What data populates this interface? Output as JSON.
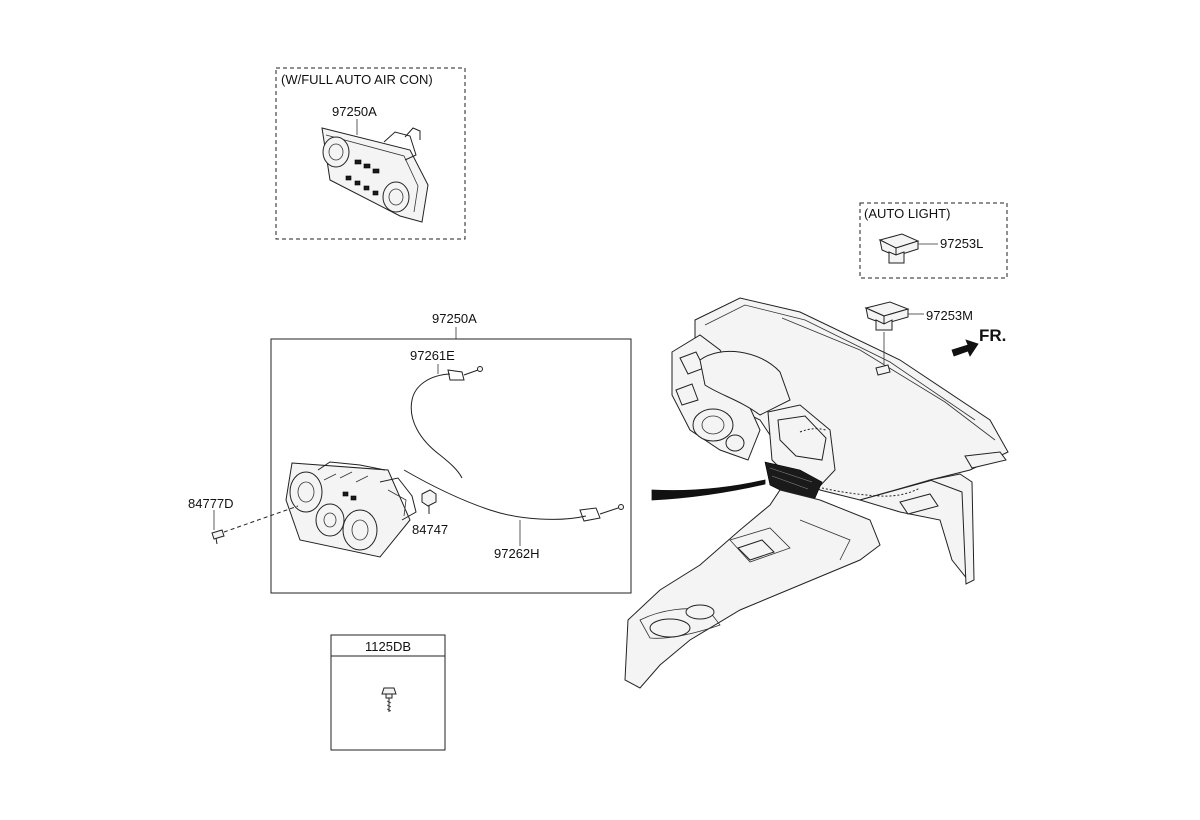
{
  "boxes": {
    "full_auto_caption": "(W/FULL AUTO AIR CON)",
    "auto_light_caption": "(AUTO LIGHT)",
    "bolt_caption": "1125DB"
  },
  "labels": {
    "full_auto_control": "97250A",
    "main_assembly": "97250A",
    "cable_upper": "97261E",
    "cable_lower": "97262H",
    "clip": "84747",
    "screw": "84777D",
    "auto_light_sensor": "97253L",
    "photo_sensor": "97253M"
  },
  "direction": {
    "front": "FR."
  },
  "icons": {
    "front_arrow": "arrow-right-icon"
  }
}
